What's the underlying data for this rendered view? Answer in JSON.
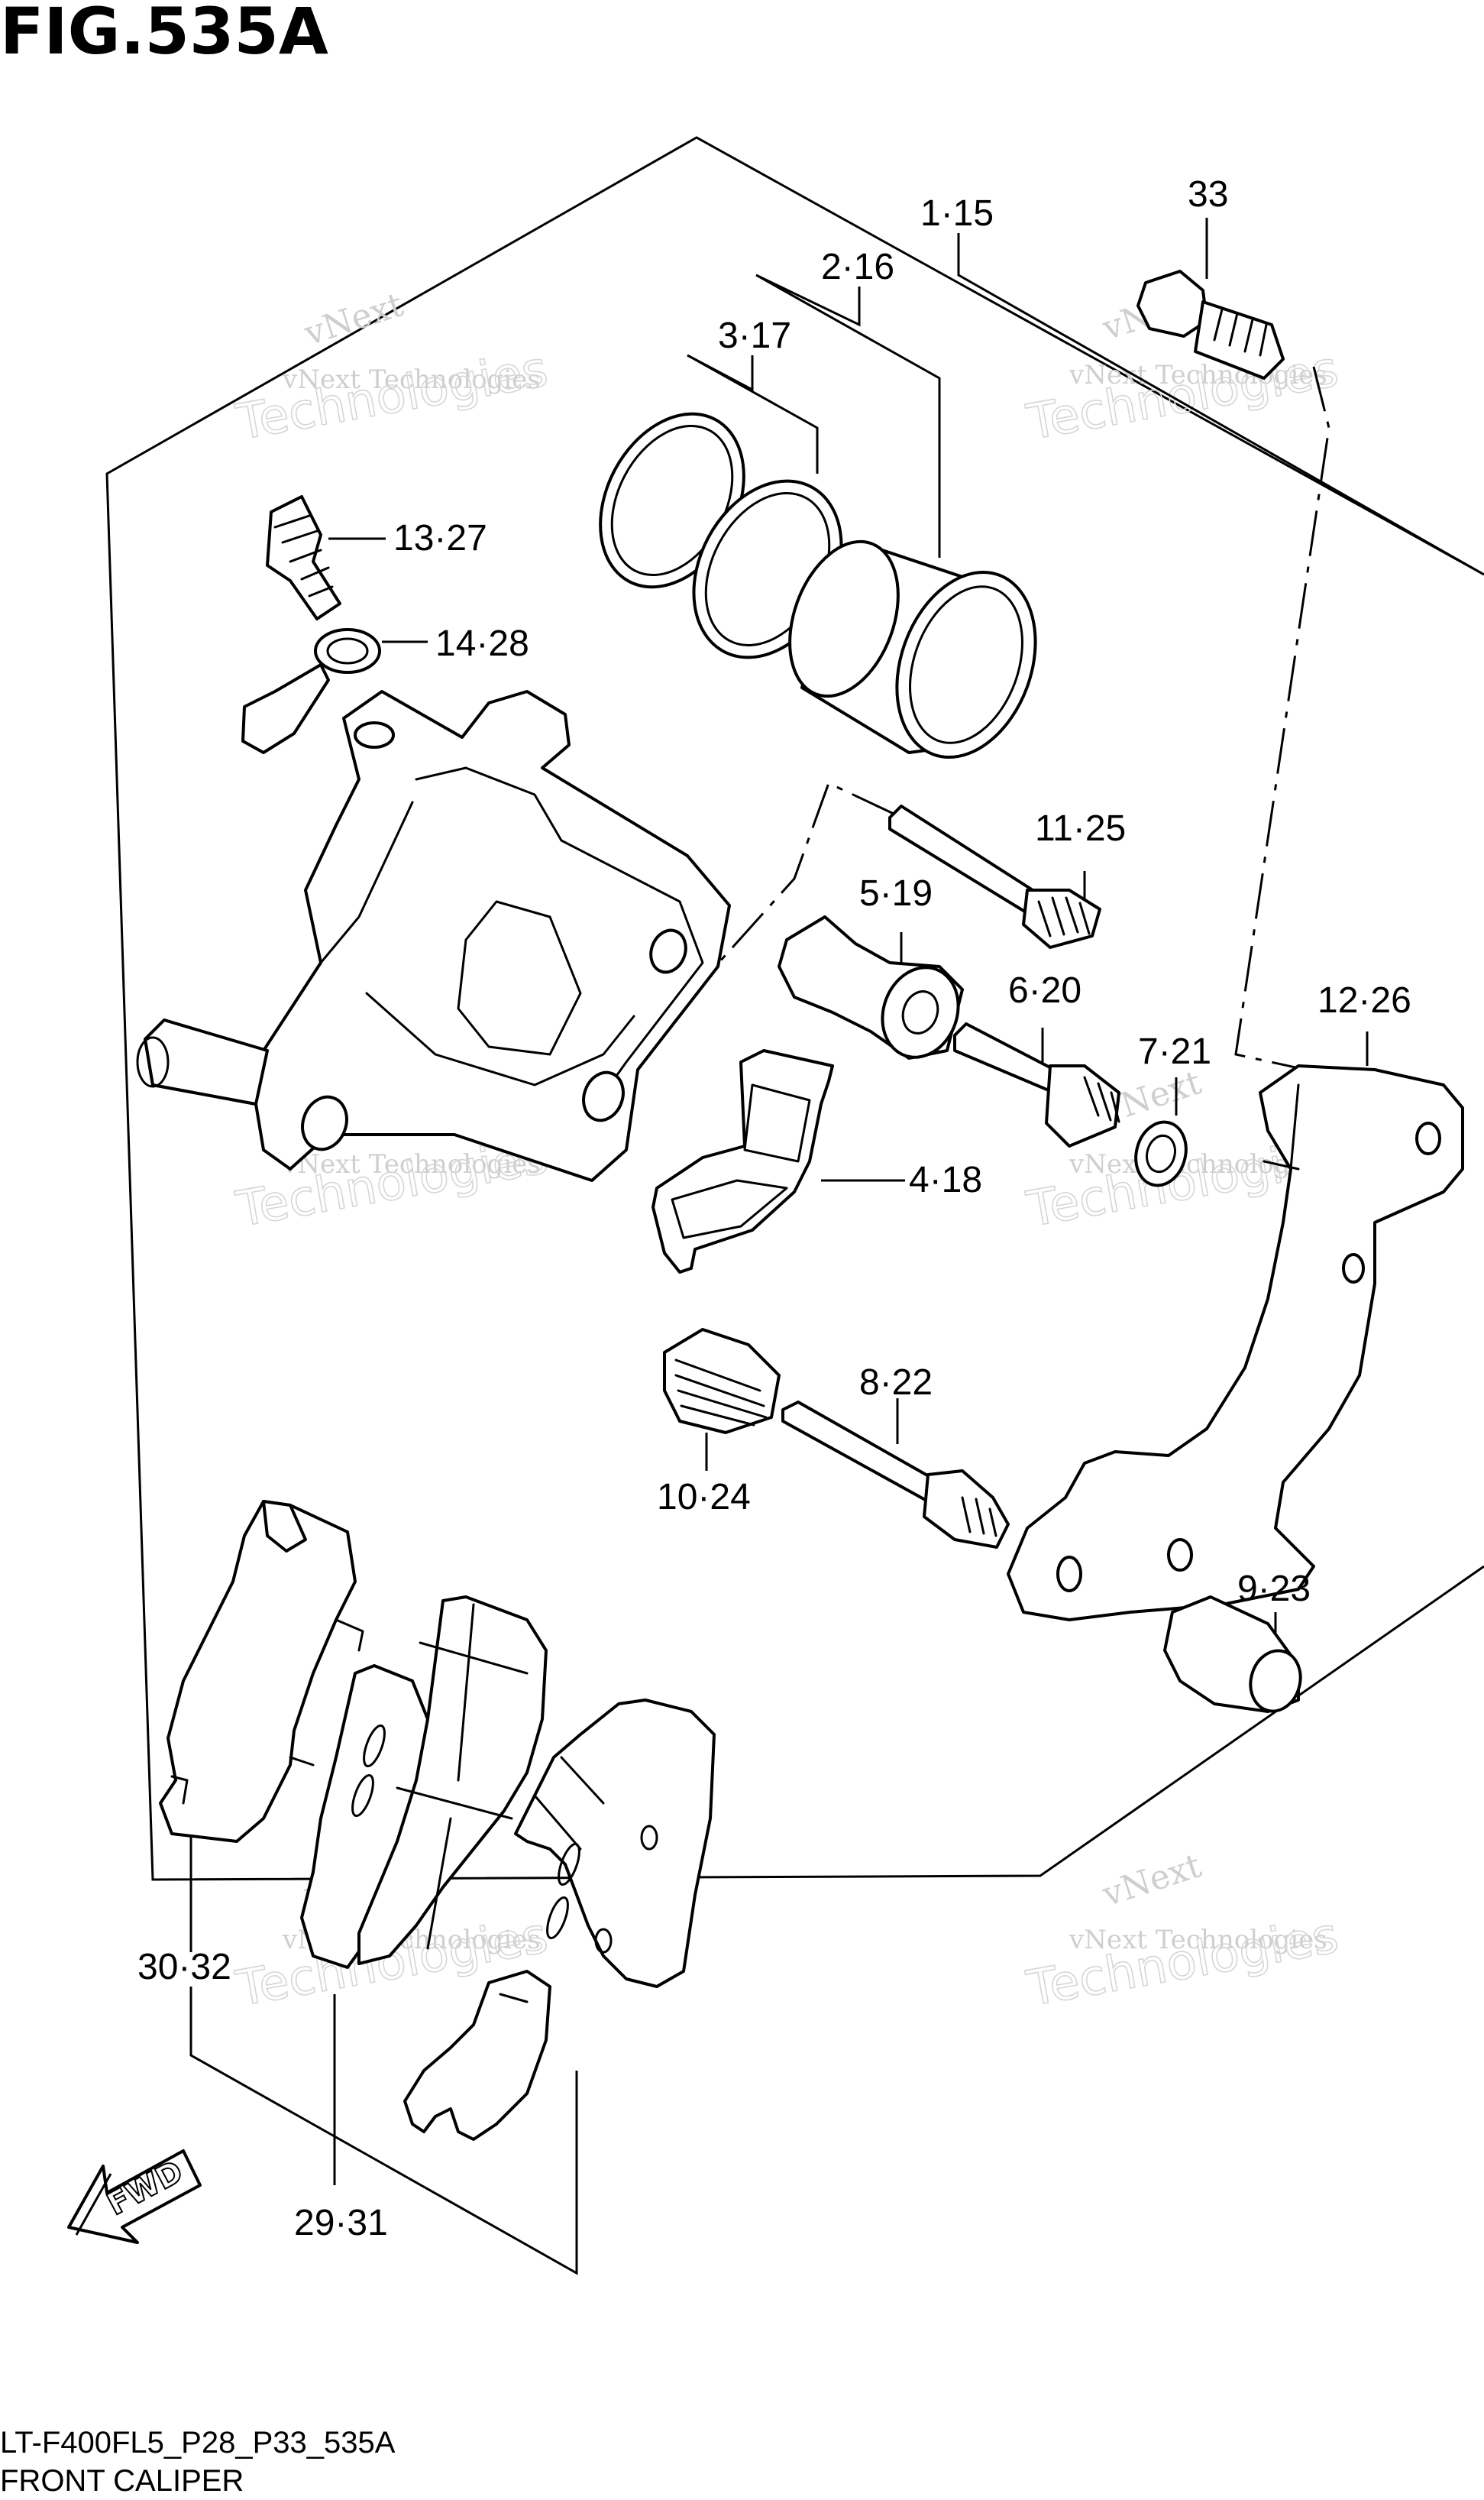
{
  "figure": {
    "title": "FIG.535A"
  },
  "callouts": {
    "c1": "1·15",
    "c2": "2·16",
    "c3": "3·17",
    "c4": "4·18",
    "c5": "5·19",
    "c6": "6·20",
    "c7": "7·21",
    "c8": "8·22",
    "c9": "9·23",
    "c10": "10·24",
    "c11": "11·25",
    "c12": "12·26",
    "c13": "13·27",
    "c14": "14·28",
    "c29": "29·31",
    "c30": "30·32",
    "c33": "33"
  },
  "direction": {
    "label": "FWD"
  },
  "footer": {
    "model_code": "LT-F400FL5_P28_P33_535A",
    "section": "FRONT CALIPER"
  },
  "watermark": {
    "line1": "vNext Technologies",
    "line2": "Technologies",
    "small": "vNext"
  }
}
